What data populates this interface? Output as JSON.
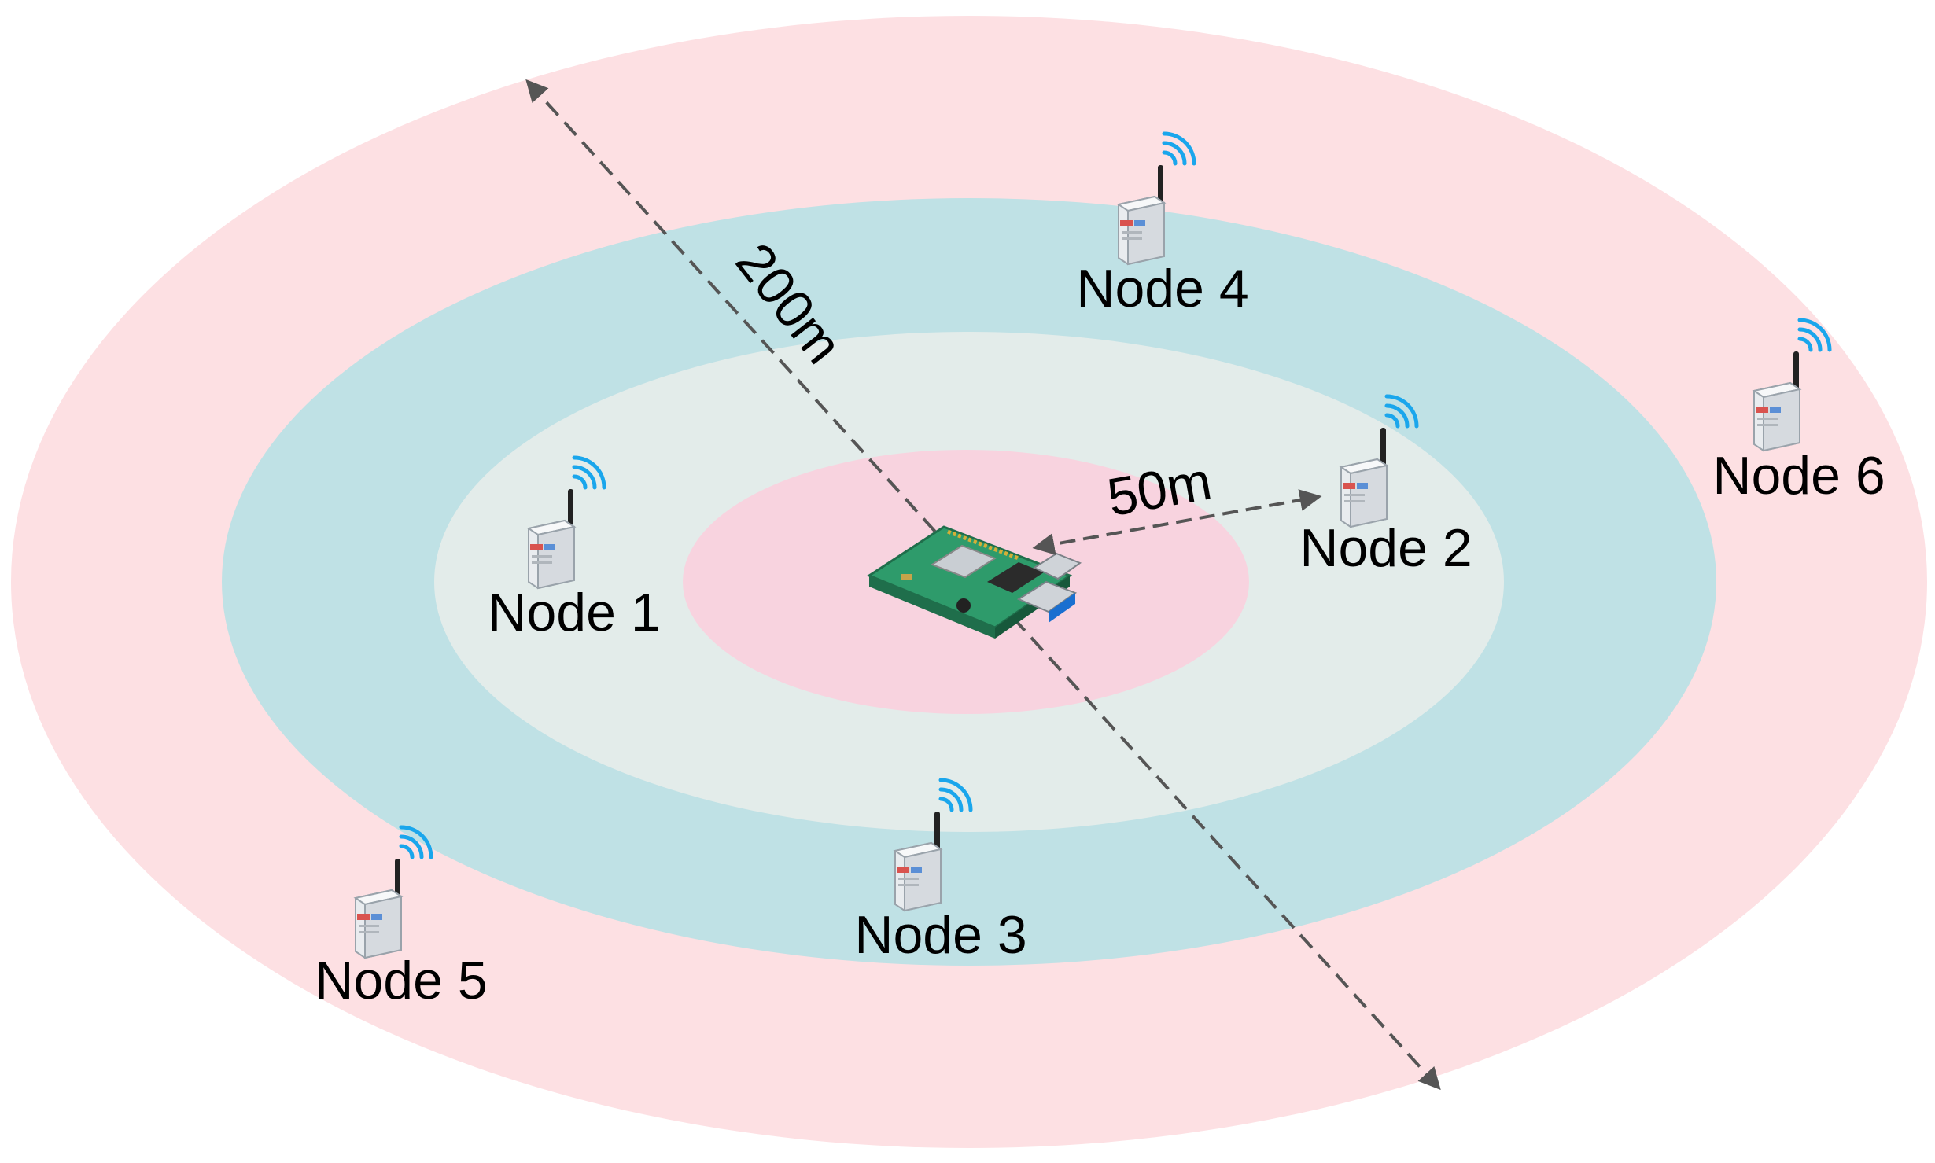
{
  "colors": {
    "outer_ring": "#fde0e3",
    "middle_ring": "#bfe1e5",
    "inner_ring": "#e3ecea",
    "center": "#f8d3df",
    "wifi": "#1aa6ec",
    "board": "#2e9b6b",
    "dash": "#555555"
  },
  "distances": {
    "large": "200m",
    "small": "50m"
  },
  "gateway": {
    "icon": "raspberry-pi-board-icon"
  },
  "nodes": [
    {
      "label": "Node 1",
      "icon": "sensor-node-icon",
      "zone": "inner"
    },
    {
      "label": "Node 2",
      "icon": "sensor-node-icon",
      "zone": "inner"
    },
    {
      "label": "Node 3",
      "icon": "sensor-node-icon",
      "zone": "middle"
    },
    {
      "label": "Node 4",
      "icon": "sensor-node-icon",
      "zone": "middle"
    },
    {
      "label": "Node 5",
      "icon": "sensor-node-icon",
      "zone": "outer"
    },
    {
      "label": "Node 6",
      "icon": "sensor-node-icon",
      "zone": "outer"
    }
  ]
}
